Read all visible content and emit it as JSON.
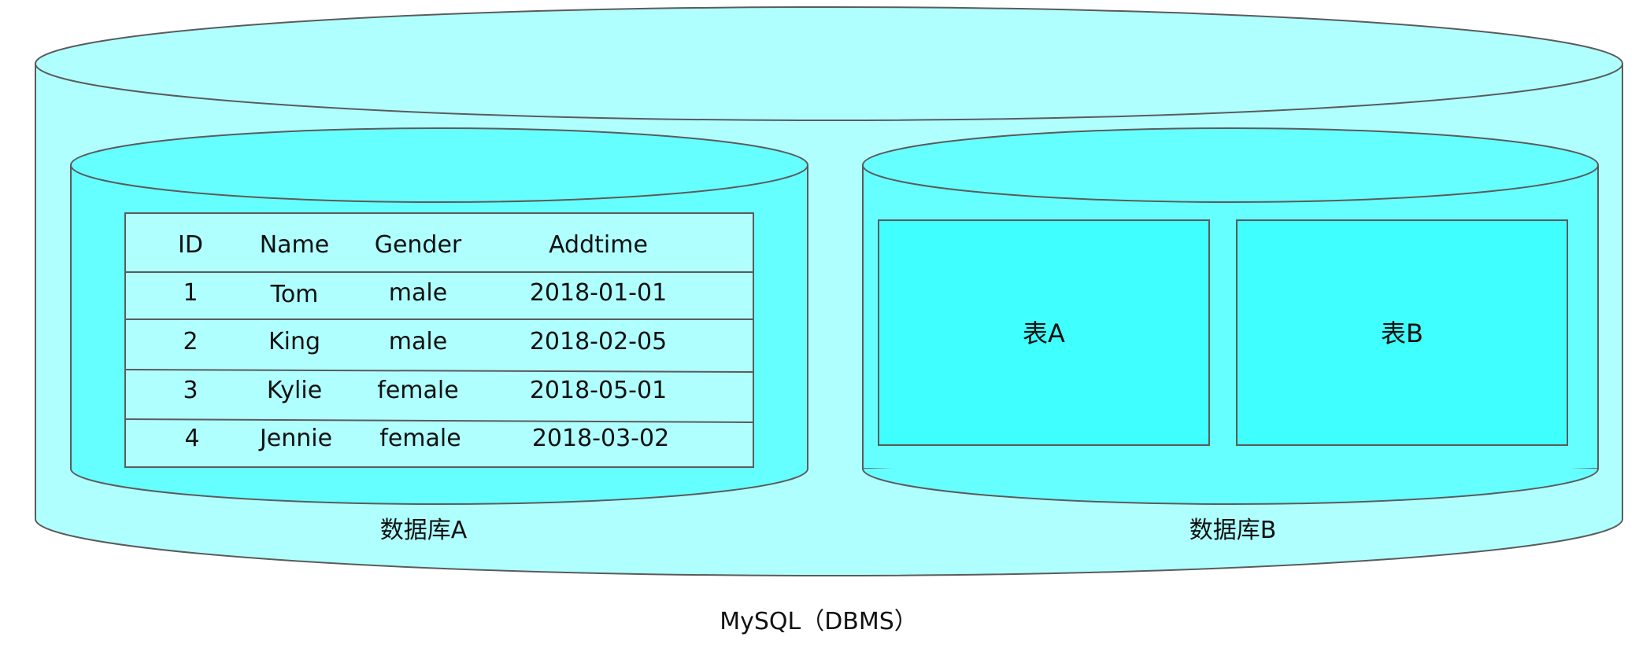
{
  "colors": {
    "outer_cylinder": "#b0ffff",
    "inner_cylinder": "#66ffff",
    "table_fill": "#b0ffff",
    "table_box_fill": "#40ffff",
    "stroke": "#5b5b5b",
    "text": "#111111"
  },
  "dbms": {
    "label": "MySQL（DBMS）"
  },
  "database_a": {
    "label": "数据库A",
    "table": {
      "headers": [
        "ID",
        "Name",
        "Gender",
        "Addtime"
      ],
      "rows": [
        [
          "1",
          "Tom",
          "male",
          "2018-01-01"
        ],
        [
          "2",
          "King",
          "male",
          "2018-02-05"
        ],
        [
          "3",
          "Kylie",
          "female",
          "2018-05-01"
        ],
        [
          "4",
          "Jennie",
          "female",
          "2018-03-02"
        ]
      ]
    }
  },
  "database_b": {
    "label": "数据库B",
    "tables": [
      {
        "label": "表A"
      },
      {
        "label": "表B"
      }
    ]
  }
}
